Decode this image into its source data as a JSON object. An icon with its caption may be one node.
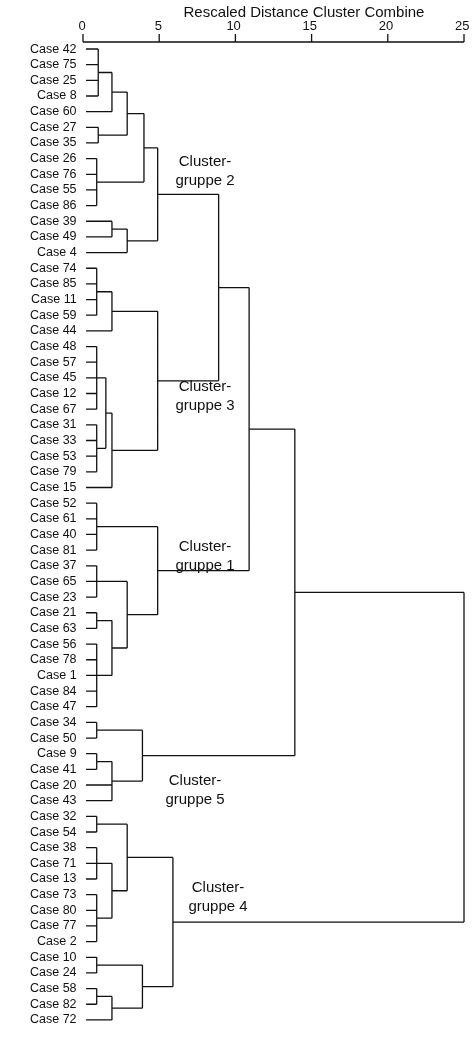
{
  "diagram": {
    "labels": [
      "Rescaled Distance Cluster Combine",
      "0",
      "5",
      "10",
      "15",
      "20",
      "25",
      "Case 42",
      "Case 75",
      "Case 25",
      "Case 8",
      "Case 60",
      "Case 27",
      "Case 35",
      "Case 26",
      "Case 76",
      "Case 55",
      "Case 86",
      "Case 39",
      "Case 49",
      "Case 4",
      "Case 74",
      "Case 85",
      "Case 11",
      "Case 59",
      "Case 44",
      "Case 48",
      "Case 57",
      "Case 45",
      "Case 12",
      "Case 67",
      "Case 31",
      "Case 33",
      "Case 53",
      "Case 79",
      "Case 15",
      "Case 52",
      "Case 61",
      "Case 40",
      "Case 81",
      "Case 37",
      "Case 65",
      "Case 23",
      "Case 21",
      "Case 63",
      "Case 56",
      "Case 78",
      "Case 1",
      "Case 84",
      "Case 47",
      "Case 34",
      "Case 50",
      "Case 9",
      "Case 41",
      "Case 20",
      "Case 43",
      "Case 32",
      "Case 54",
      "Case 38",
      "Case 71",
      "Case 13",
      "Case 73",
      "Case 80",
      "Case 77",
      "Case 2",
      "Case 10",
      "Case 24",
      "Case 58",
      "Case 82",
      "Case 72",
      "Cluster- gruppe 2",
      "Cluster- gruppe 3",
      "Cluster- gruppe 1",
      "Cluster- gruppe 5",
      "Cluster- gruppe 4"
    ]
  }
}
